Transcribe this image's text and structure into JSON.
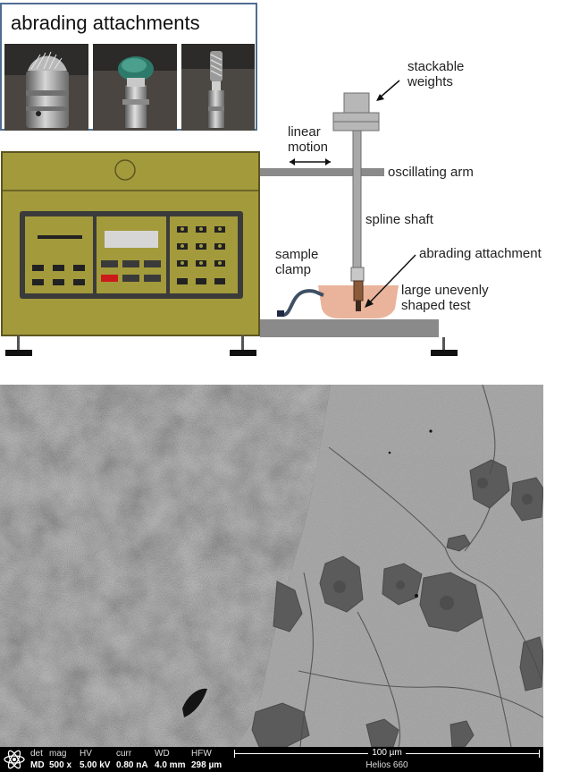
{
  "inset": {
    "title": "abrading attachments"
  },
  "labels": {
    "stackable_weights": [
      "stackable",
      "weights"
    ],
    "linear_motion": [
      "linear",
      "motion"
    ],
    "oscillating_arm": "oscillating arm",
    "spline_shaft": "spline shaft",
    "sample_clamp": [
      "sample",
      "clamp"
    ],
    "abrading_attachment": "abrading attachment",
    "test_piece": [
      "large unevenly",
      "shaped test"
    ]
  },
  "colors": {
    "machine_body": "#a39a3c",
    "machine_edge": "#5d5520",
    "panel_dark": "#3b3b3b",
    "table_gray": "#8a8a8a",
    "shaft_gray": "#a8a8a8",
    "sample_tan": "#e9b49b",
    "red_button": "#cc1a1a",
    "inset_border": "#4f6d93"
  },
  "sem_bar": {
    "headers": [
      "det",
      "mag",
      "HV",
      "curr",
      "WD",
      "HFW"
    ],
    "values": [
      "MD",
      "500 x",
      "5.00 kV",
      "0.80 nA",
      "4.0 mm",
      "298 µm"
    ],
    "scale_label": "100 µm",
    "instrument": "Helios 660"
  }
}
